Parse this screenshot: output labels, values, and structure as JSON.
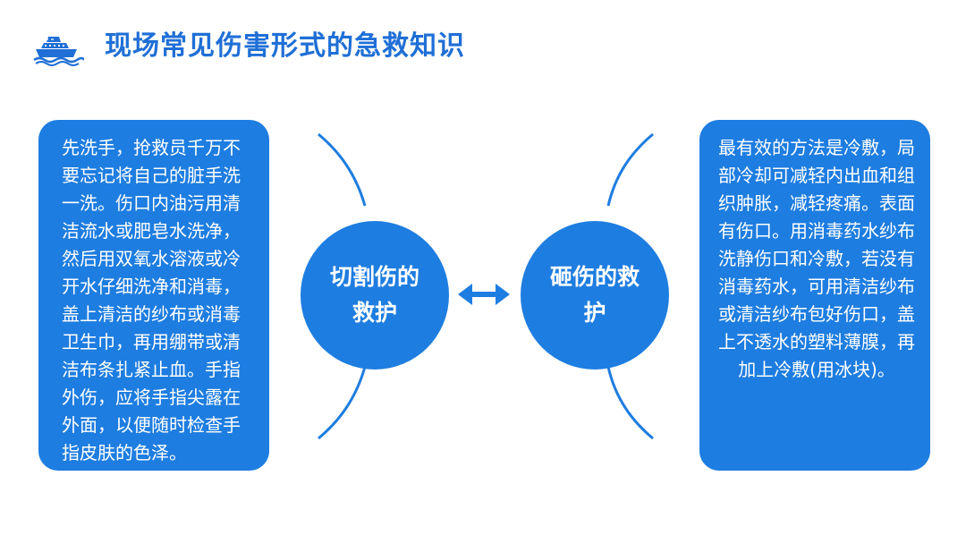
{
  "header": {
    "title": "现场常见伤害形式的急救知识",
    "icon": "ship-icon"
  },
  "left_panel": {
    "text": "先洗手，抢救员千万不要忘记将自己的脏手洗一洗。伤口内油污用清洁流水或肥皂水洗净，然后用双氧水溶液或冷开水仔细洗净和消毒，盖上清洁的纱布或消毒卫生巾，再用绷带或清洁布条扎紧止血。手指外伤，应将手指尖露在外面，以便随时检查手指皮肤的色泽。"
  },
  "left_circle": {
    "label": "切割伤的救护"
  },
  "arrow": {
    "icon": "double-arrow-icon"
  },
  "right_circle": {
    "label": "砸伤的救护"
  },
  "right_panel": {
    "text": "最有效的方法是冷敷，局部冷却可减轻内出血和组织肿胀，减轻疼痛。表面有伤口。用消毒药水纱布洗静伤口和冷敷，若没有消毒药水，可用清洁纱布或清洁纱布包好伤口，盖上不透水的塑料薄膜，再加上冷敷(用冰块)。"
  },
  "colors": {
    "accent": "#1e7de0",
    "title": "#1f6fd6",
    "text_on_accent": "#ffffff"
  }
}
